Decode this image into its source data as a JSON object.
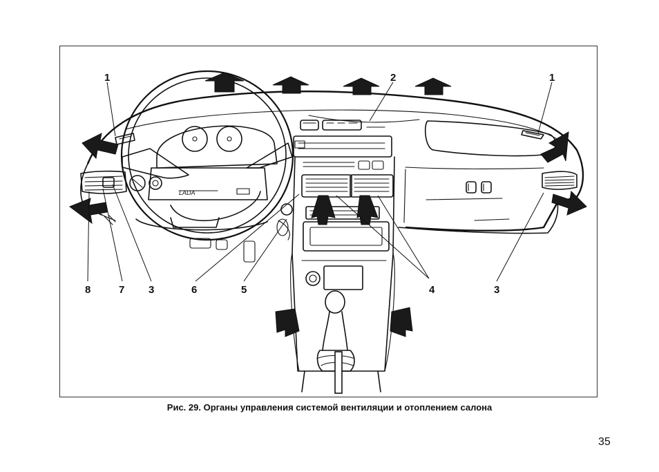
{
  "figure": {
    "callouts": [
      "1",
      "2",
      "1",
      "8",
      "7",
      "3",
      "6",
      "5",
      "4",
      "3"
    ],
    "emblem_text": "LADA"
  },
  "caption": "Рис. 29. Органы управления системой вентиляции и отоплением салона",
  "page_number": "35"
}
